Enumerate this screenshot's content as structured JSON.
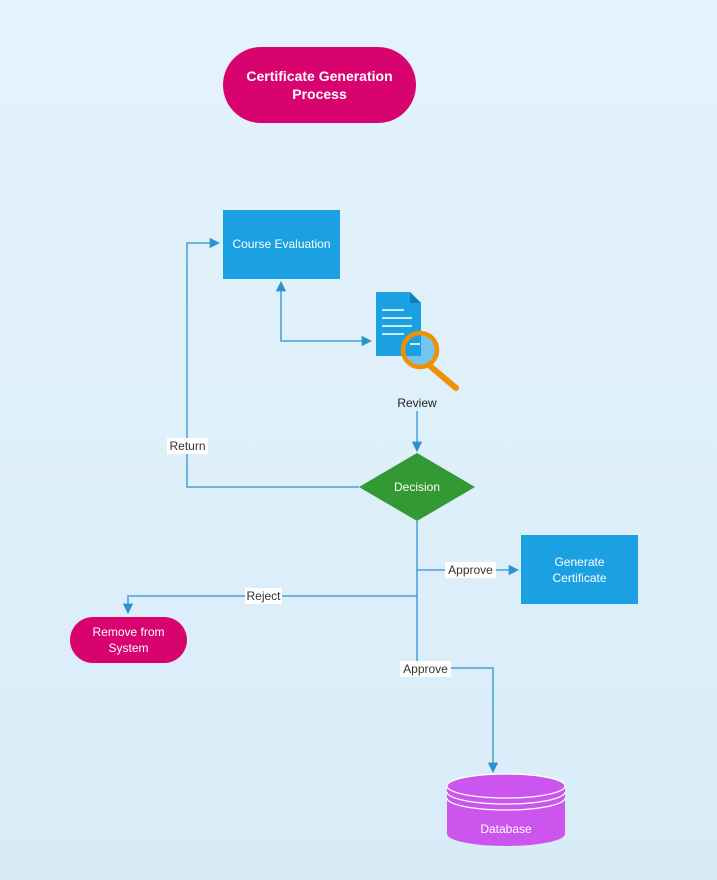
{
  "colors": {
    "background": "#dcedf8",
    "connector": "#2b93cf",
    "terminator": "#d9036f",
    "process": "#1ba1e2",
    "decision": "#339933",
    "database": "#cc55ee"
  },
  "diagram": {
    "title": "Certificate Generation Process",
    "title_line1": "Certificate Generation",
    "title_line2": "Process",
    "nodes": {
      "course_evaluation": "Course Evaluation",
      "review": "Review",
      "decision": "Decision",
      "generate_certificate_line1": "Generate",
      "generate_certificate_line2": "Certificate",
      "remove_line1": "Remove from",
      "remove_line2": "System",
      "database": "Database"
    },
    "edge_labels": {
      "return": "Return",
      "approve_certificate": "Approve",
      "reject": "Reject",
      "approve_database": "Approve"
    },
    "icons": {
      "review": "document-search-icon"
    }
  }
}
